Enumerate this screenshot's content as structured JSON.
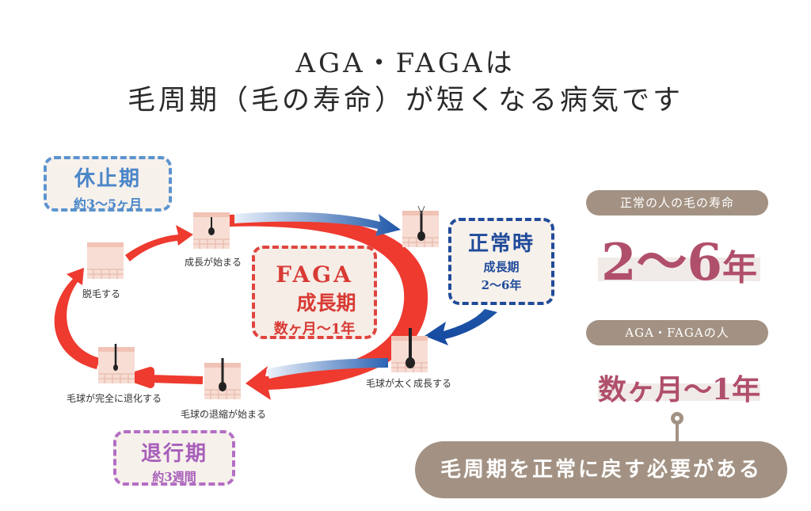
{
  "title": {
    "line1": "AGA・FAGAは",
    "line2": "毛周期（毛の寿命）が短くなる病気です"
  },
  "phases": {
    "rest": {
      "name": "休止期",
      "duration": "約3〜5ヶ月",
      "color": "#5b93cf"
    },
    "normal": {
      "name": "正常時",
      "sub": "成長期",
      "duration": "2〜6年",
      "color": "#1f4b9a"
    },
    "faga": {
      "name": "FAGA",
      "sub": "成長期",
      "duration": "数ヶ月〜1年",
      "color": "#e0443e"
    },
    "regress": {
      "name": "退行期",
      "duration": "約3週間",
      "color": "#b36ec4"
    }
  },
  "stages": {
    "shed": "脱毛する",
    "growth_start": "成長が始まる",
    "thicken": "毛球が太く成長する",
    "shrink_start": "毛球の退縮が始まる",
    "fully_regressed": "毛球が完全に退化する"
  },
  "comparison": {
    "normal_label": "正常の人の毛の寿命",
    "normal_value": "2〜6",
    "normal_unit": "年",
    "aga_label": "AGA・FAGAの人",
    "aga_value": "数ヶ月〜1年",
    "value_color": "#b04f6b",
    "pill_color": "#a39283"
  },
  "conclusion": "毛周期を正常に戻す必要がある"
}
